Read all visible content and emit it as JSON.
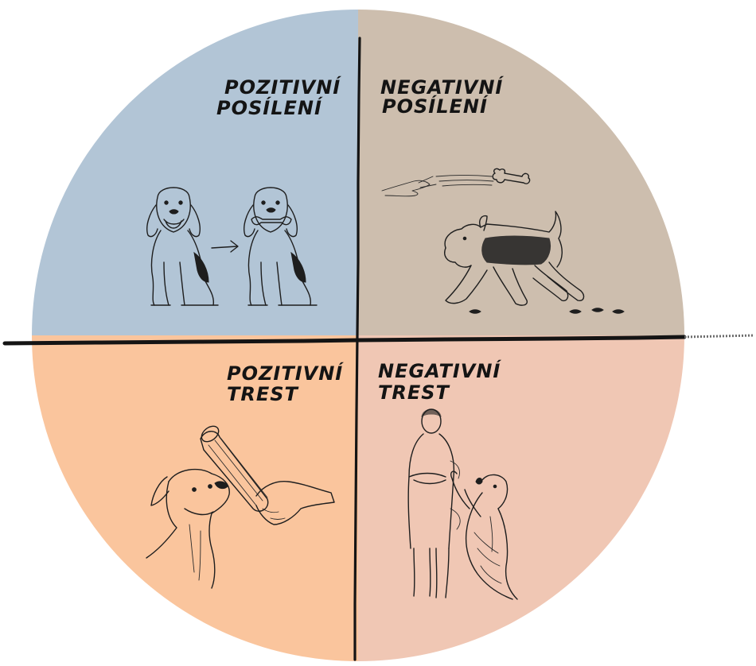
{
  "quadrants": {
    "top_left": {
      "line1": "POZITIVNÍ",
      "line2": "POSÍLENÍ",
      "color": "#b2c5d6"
    },
    "top_right": {
      "line1": "NEGATIVNÍ",
      "line2": "POSÍLENÍ",
      "color": "#cdbeae"
    },
    "bottom_left": {
      "line1": "POZITIVNÍ",
      "line2": "TREST",
      "color": "#fac59d"
    },
    "bottom_right": {
      "line1": "NEGATIVNÍ",
      "line2": "TREST",
      "color": "#f0c7b4"
    }
  },
  "icons": {
    "top_left": "beagle-with-bone-icon",
    "top_right": "thrown-bone-terrier-icon",
    "bottom_left": "rolled-newspaper-dog-icon",
    "bottom_right": "turning-away-person-dog-icon"
  },
  "colors": {
    "axis": "#141414",
    "ink": "#1e1e1e"
  }
}
